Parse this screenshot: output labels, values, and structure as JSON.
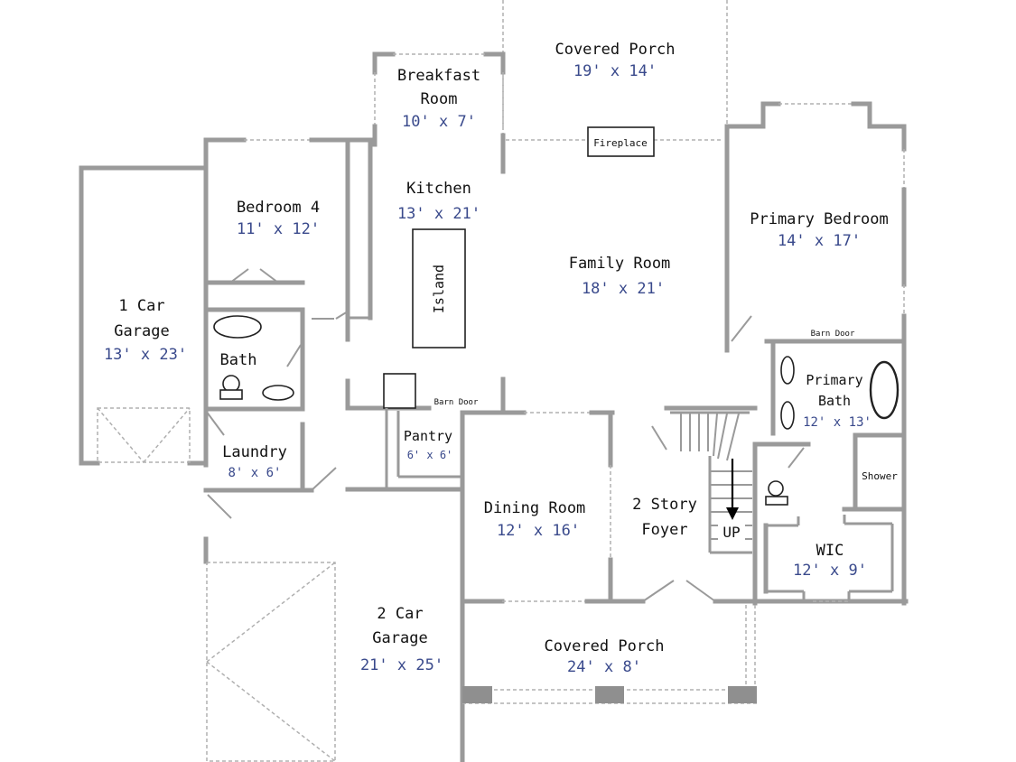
{
  "rooms": {
    "covered_porch_rear": {
      "name": "Covered Porch",
      "dim": "19' x 14'"
    },
    "breakfast_room": {
      "name_line1": "Breakfast",
      "name_line2": "Room",
      "dim": "10' x 7'"
    },
    "bedroom4": {
      "name": "Bedroom 4",
      "dim": "11' x 12'"
    },
    "kitchen": {
      "name": "Kitchen",
      "dim": "13' x 21'"
    },
    "family_room": {
      "name": "Family Room",
      "dim": "18' x 21'"
    },
    "primary_bedroom": {
      "name": "Primary Bedroom",
      "dim": "14' x 17'"
    },
    "garage1": {
      "name_line1": "1 Car",
      "name_line2": "Garage",
      "dim": "13' x 23'"
    },
    "bath": {
      "name": "Bath"
    },
    "primary_bath": {
      "name_line1": "Primary",
      "name_line2": "Bath",
      "dim": "12' x 13'"
    },
    "laundry": {
      "name": "Laundry",
      "dim": "8' x 6'"
    },
    "pantry": {
      "name": "Pantry",
      "dim": "6' x 6'"
    },
    "dining_room": {
      "name": "Dining Room",
      "dim": "12' x 16'"
    },
    "foyer": {
      "name_line1": "2 Story",
      "name_line2": "Foyer"
    },
    "wic": {
      "name": "WIC",
      "dim": "12' x 9'"
    },
    "garage2": {
      "name_line1": "2 Car",
      "name_line2": "Garage",
      "dim": "21' x 25'"
    },
    "covered_porch_front": {
      "name": "Covered Porch",
      "dim": "24' x 8'"
    }
  },
  "labels": {
    "fireplace": "Fireplace",
    "island": "Island",
    "barn_door_primary": "Barn Door",
    "barn_door_pantry": "Barn Door",
    "shower": "Shower",
    "stairs_up": "UP"
  }
}
